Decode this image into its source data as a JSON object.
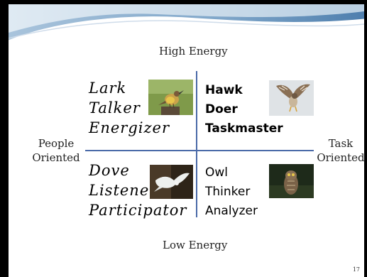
{
  "slide": {
    "top_label": "High Energy",
    "bottom_label": "Low Energy",
    "left_label_line1": "People",
    "left_label_line2": "Oriented",
    "right_label_line1": "Task",
    "right_label_line2": "Oriented",
    "page_number": "17",
    "accent_color": "#4a6aa8"
  },
  "quadrants": {
    "top_left": {
      "bird_icon": "lark-photo",
      "lines": [
        "Lark",
        "Talker",
        "Energizer"
      ]
    },
    "top_right": {
      "bird_icon": "hawk-photo",
      "lines": [
        "Hawk",
        "Doer",
        "Taskmaster"
      ]
    },
    "bottom_left": {
      "bird_icon": "dove-photo",
      "lines": [
        "Dove",
        "Listener",
        "Participator"
      ]
    },
    "bottom_right": {
      "bird_icon": "owl-photo",
      "lines": [
        "Owl",
        "Thinker",
        "Analyzer"
      ]
    }
  }
}
